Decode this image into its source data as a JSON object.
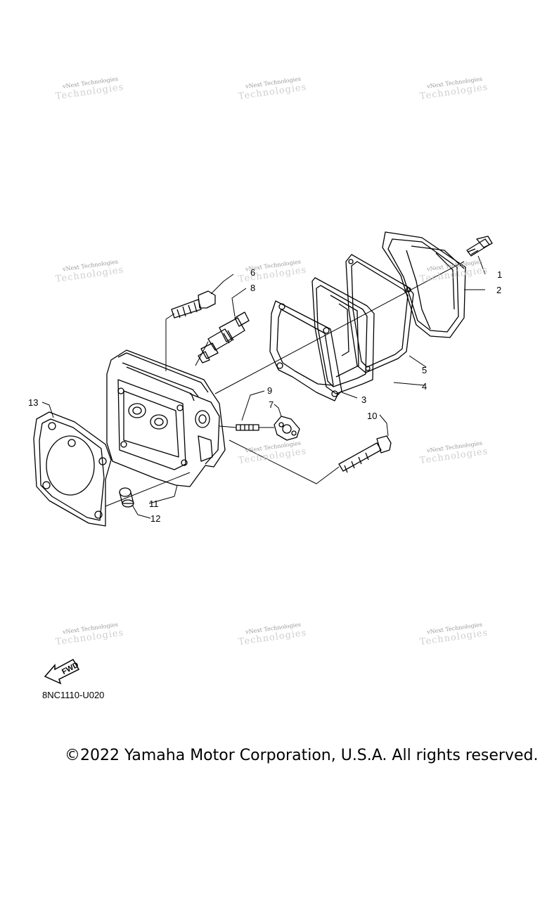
{
  "watermark": {
    "text": "vNext Technologies",
    "ghost": "Technologies"
  },
  "callouts": [
    "1",
    "2",
    "3",
    "4",
    "5",
    "6",
    "7",
    "8",
    "9",
    "10",
    "11",
    "12",
    "13"
  ],
  "fwd_label": "FWD",
  "diagram_code": "8NC1110-U020",
  "copyright": "©2022 Yamaha Motor Corporation, U.S.A. All rights reserved."
}
